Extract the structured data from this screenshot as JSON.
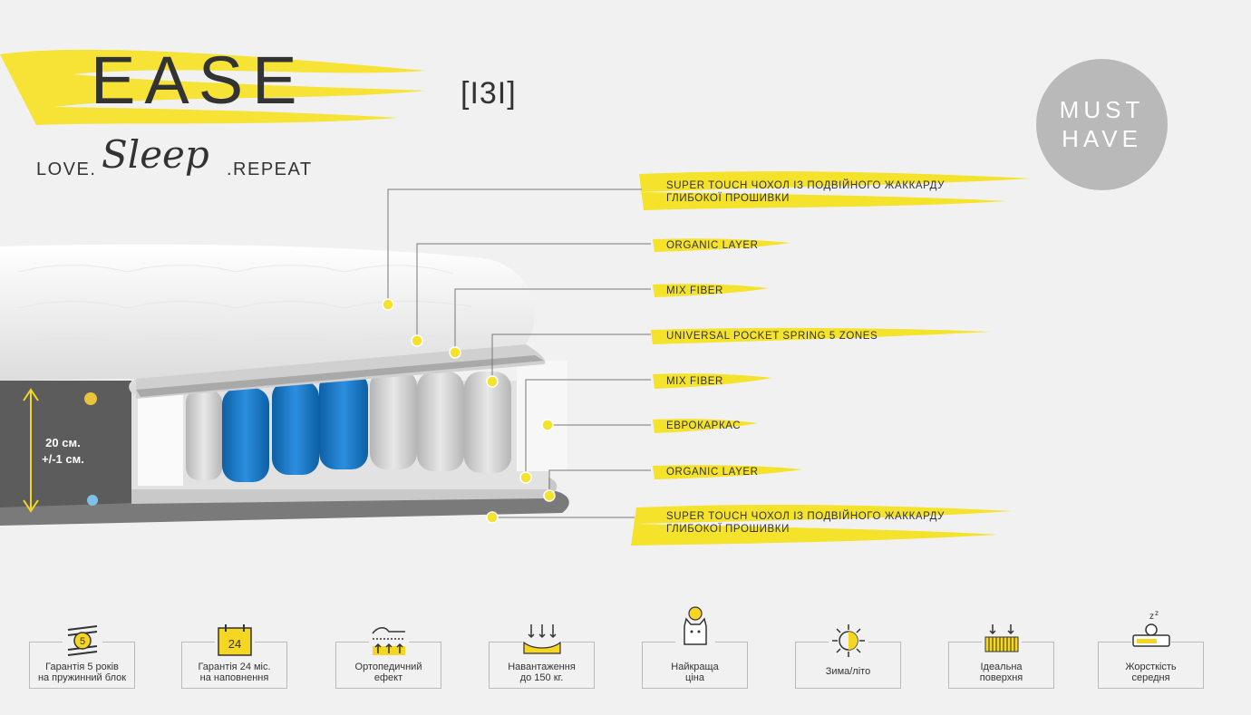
{
  "brand": {
    "title": "EASE",
    "model_code": "[I3I]",
    "tagline_left": "LOVE.",
    "tagline_script": "Sleep",
    "tagline_right": ".REPEAT",
    "badge_line1": "MUST",
    "badge_line2": "HAVE"
  },
  "dimension": {
    "height": "20 см.",
    "tolerance": "+/-1 см."
  },
  "layers": [
    {
      "line1": "SUPER TOUCH ЧОХОЛ ІЗ ПОДВІЙНОГО ЖАККАРДУ",
      "line2": "ГЛИБОКОЇ ПРОШИВКИ"
    },
    {
      "line1": "ORGANIC LAYER"
    },
    {
      "line1": "MIX FIBER"
    },
    {
      "line1": "UNIVERSAL POCKET SPRING 5 ZONES"
    },
    {
      "line1": "MIX FIBER"
    },
    {
      "line1": "ЕВРОКАРКАС"
    },
    {
      "line1": "ORGANIC LAYER"
    },
    {
      "line1": "SUPER TOUCH ЧОХОЛ ІЗ ПОДВІЙНОГО ЖАККАРДУ",
      "line2": "ГЛИБОКОЇ ПРОШИВКИ"
    }
  ],
  "features": [
    {
      "icon": "spring-warranty-icon",
      "badge": "5",
      "line1": "Гарантія 5 років",
      "line2": "на пружинний блок"
    },
    {
      "icon": "calendar-icon",
      "badge": "24",
      "line1": "Гарантія 24 міс.",
      "line2": "на наповнення"
    },
    {
      "icon": "orthopedic-icon",
      "line1": "Ортопедичний",
      "line2": "ефект"
    },
    {
      "icon": "load-icon",
      "line1": "Навантаження",
      "line2": "до 150 кг."
    },
    {
      "icon": "cat-price-icon",
      "line1": "Найкраща",
      "line2": "ціна"
    },
    {
      "icon": "winter-summer-icon",
      "line1": "Зима/літо"
    },
    {
      "icon": "surface-icon",
      "line1": "Ідеальна",
      "line2": "поверхня"
    },
    {
      "icon": "firmness-icon",
      "line1": "Жорсткість",
      "line2": "середня"
    }
  ],
  "colors": {
    "accent_yellow": "#f5e22a",
    "spring_blue": "#1a78c2",
    "badge_grey": "#b9b9b9"
  }
}
